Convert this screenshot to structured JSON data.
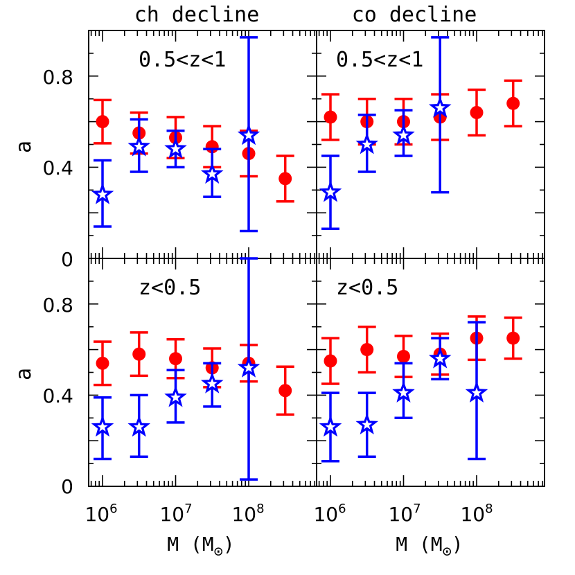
{
  "figure": {
    "column_titles": [
      "ch decline",
      "co decline"
    ],
    "row_labels": [
      "0.5<z<1",
      "z<0.5"
    ],
    "ylabel": "a",
    "xlabel": "M (M",
    "xlabel_symbol": "⊙",
    "xlabel_close": ")",
    "y_ticks": [
      "0",
      "0.4",
      "0.8"
    ],
    "x_ticks": [
      {
        "base": "10",
        "exp": "6"
      },
      {
        "base": "10",
        "exp": "7"
      },
      {
        "base": "10",
        "exp": "8"
      }
    ]
  },
  "colors": {
    "red": "#ff0000",
    "blue": "#0000ff"
  },
  "chart_data": [
    {
      "type": "scatter",
      "panel": "top-left",
      "title": "ch decline",
      "label": "0.5<z<1",
      "xscale": "log",
      "xlim": [
        500000,
        800000000
      ],
      "ylim": [
        0,
        1
      ],
      "series": [
        {
          "color": "red",
          "marker": "circle",
          "x": [
            1000000,
            3160000,
            10000000,
            31600000,
            100000000,
            316000000
          ],
          "y": [
            0.6,
            0.55,
            0.53,
            0.49,
            0.46,
            0.35
          ],
          "yerr": [
            0.095,
            0.09,
            0.09,
            0.09,
            0.1,
            0.1
          ]
        },
        {
          "color": "blue",
          "marker": "star",
          "x": [
            1000000,
            3160000,
            10000000,
            31600000,
            100000000
          ],
          "y": [
            0.28,
            0.49,
            0.48,
            0.37,
            0.54
          ],
          "ylo": [
            0.14,
            0.38,
            0.4,
            0.27,
            0.12
          ],
          "yhi": [
            0.43,
            0.61,
            0.56,
            0.48,
            0.97
          ]
        }
      ]
    },
    {
      "type": "scatter",
      "panel": "top-right",
      "title": "co decline",
      "label": "0.5<z<1",
      "xscale": "log",
      "xlim": [
        500000,
        800000000
      ],
      "ylim": [
        0,
        1
      ],
      "series": [
        {
          "color": "red",
          "marker": "circle",
          "x": [
            1000000,
            3160000,
            10000000,
            31600000,
            100000000,
            316000000
          ],
          "y": [
            0.62,
            0.6,
            0.6,
            0.62,
            0.64,
            0.68
          ],
          "yerr": [
            0.1,
            0.1,
            0.1,
            0.1,
            0.1,
            0.1
          ]
        },
        {
          "color": "blue",
          "marker": "star",
          "x": [
            1000000,
            3160000,
            10000000,
            31600000
          ],
          "y": [
            0.29,
            0.5,
            0.54,
            0.66
          ],
          "ylo": [
            0.13,
            0.38,
            0.45,
            0.29
          ],
          "yhi": [
            0.45,
            0.63,
            0.65,
            0.97
          ]
        }
      ]
    },
    {
      "type": "scatter",
      "panel": "bottom-left",
      "label": "z<0.5",
      "xscale": "log",
      "xlim": [
        500000,
        800000000
      ],
      "ylim": [
        0,
        1
      ],
      "series": [
        {
          "color": "red",
          "marker": "circle",
          "x": [
            1000000,
            3160000,
            10000000,
            31600000,
            100000000,
            316000000
          ],
          "y": [
            0.54,
            0.58,
            0.56,
            0.52,
            0.54,
            0.42
          ],
          "yerr": [
            0.095,
            0.095,
            0.085,
            0.085,
            0.08,
            0.105
          ]
        },
        {
          "color": "blue",
          "marker": "star",
          "x": [
            1000000,
            3160000,
            10000000,
            31600000,
            100000000
          ],
          "y": [
            0.26,
            0.26,
            0.39,
            0.45,
            0.52
          ],
          "ylo": [
            0.12,
            0.13,
            0.28,
            0.35,
            0.03
          ],
          "yhi": [
            0.39,
            0.4,
            0.51,
            0.54,
            1.0
          ]
        }
      ]
    },
    {
      "type": "scatter",
      "panel": "bottom-right",
      "label": "z<0.5",
      "xscale": "log",
      "xlim": [
        500000,
        800000000
      ],
      "ylim": [
        0,
        1
      ],
      "series": [
        {
          "color": "red",
          "marker": "circle",
          "x": [
            1000000,
            3160000,
            10000000,
            31600000,
            100000000,
            316000000
          ],
          "y": [
            0.55,
            0.6,
            0.57,
            0.58,
            0.65,
            0.65
          ],
          "yerr": [
            0.1,
            0.1,
            0.09,
            0.09,
            0.095,
            0.09
          ]
        },
        {
          "color": "blue",
          "marker": "star",
          "x": [
            1000000,
            3160000,
            10000000,
            31600000,
            100000000
          ],
          "y": [
            0.26,
            0.27,
            0.41,
            0.56,
            0.41
          ],
          "ylo": [
            0.11,
            0.13,
            0.3,
            0.47,
            0.12
          ],
          "yhi": [
            0.41,
            0.41,
            0.54,
            0.65,
            0.72
          ]
        }
      ]
    }
  ]
}
